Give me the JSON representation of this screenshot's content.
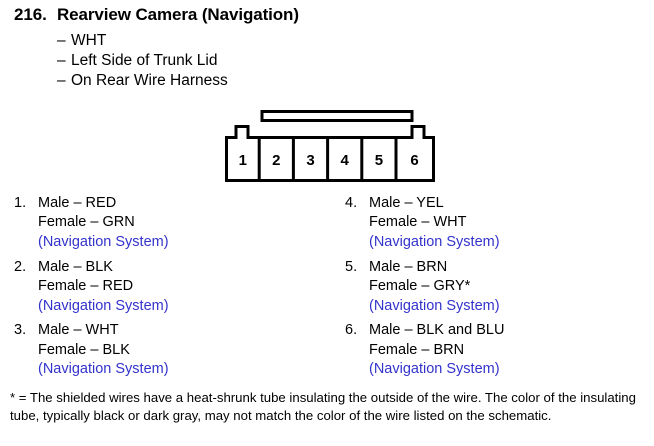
{
  "heading": {
    "number": "216.",
    "title": "Rearview Camera (Navigation)"
  },
  "subitems": [
    {
      "dash": "–",
      "text": "WHT"
    },
    {
      "dash": "–",
      "text": "Left Side of Trunk Lid"
    },
    {
      "dash": "–",
      "text": "On Rear Wire Harness"
    }
  ],
  "connector": {
    "name": "6-pin connector",
    "pin_count": 6,
    "pin_labels": [
      "1",
      "2",
      "3",
      "4",
      "5",
      "6"
    ]
  },
  "pins": {
    "left_column": [
      {
        "number": "1.",
        "male": "Male – RED",
        "female": "Female – GRN",
        "system": "(Navigation System)"
      },
      {
        "number": "2.",
        "male": "Male – BLK",
        "female": "Female – RED",
        "system": "(Navigation System)"
      },
      {
        "number": "3.",
        "male": "Male – WHT",
        "female": "Female – BLK",
        "system": "(Navigation System)"
      }
    ],
    "right_column": [
      {
        "number": "4.",
        "male": "Male – YEL",
        "female": "Female – WHT",
        "system": "(Navigation System)"
      },
      {
        "number": "5.",
        "male": "Male – BRN",
        "female": "Female – GRY*",
        "system": "(Navigation System)"
      },
      {
        "number": "6.",
        "male": "Male – BLK and BLU",
        "female": "Female – BRN",
        "system": "(Navigation System)"
      }
    ]
  },
  "footnote": {
    "text": "* = The shielded wires have a heat-shrunk tube insulating the outside of the wire. The color of the insulating tube, typically black or dark gray, may not match the color of the wire listed on the schematic."
  },
  "colors": {
    "text": "#000000",
    "navigation_system": "#3333cc",
    "background": "#ffffff",
    "diagram_stroke": "#000000"
  }
}
